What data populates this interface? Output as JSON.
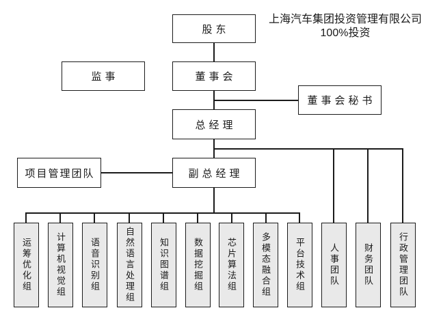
{
  "note": {
    "line1": "上海汽车集团投资管理有限公司",
    "line2": "100%投资"
  },
  "nodes": {
    "shareholder": "股东",
    "supervisor": "监事",
    "board": "董事会",
    "board_secretary": "董事会秘书",
    "general_manager": "总经理",
    "project_management_team": "项目管理团队",
    "deputy_general_manager": "副总经理"
  },
  "groups": [
    {
      "label": "运筹优化组"
    },
    {
      "label": "计算机视觉组"
    },
    {
      "label": "语音识别组"
    },
    {
      "label": "自然语言处理组"
    },
    {
      "label": "知识图谱组"
    },
    {
      "label": "数据挖掘组"
    },
    {
      "label": "芯片算法组"
    },
    {
      "label": "多模态融合组"
    },
    {
      "label": "平台技术组"
    },
    {
      "label": "人事团队"
    },
    {
      "label": "财务团队"
    },
    {
      "label": "行政管理团队"
    }
  ],
  "colors": {
    "background": "#ffffff",
    "line": "#1a1a1a",
    "box_border": "#1a1a1a",
    "group_fill": "#e9e9e9",
    "text": "#1a1a1a"
  }
}
